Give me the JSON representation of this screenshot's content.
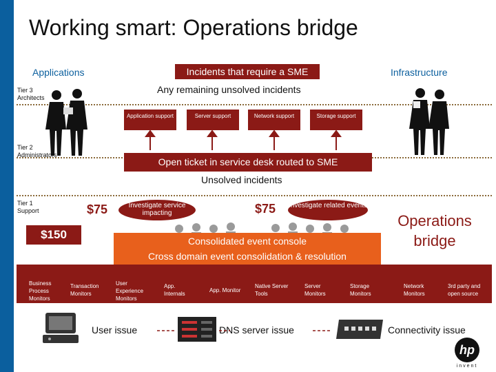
{
  "title": "Working smart: Operations bridge",
  "headers": {
    "applications": "Applications",
    "infrastructure": "Infrastructure",
    "sme": "Incidents that require a SME",
    "remaining": "Any remaining unsolved incidents"
  },
  "tiers": {
    "tier3": "Tier 3 Architects",
    "tier2": "Tier 2 Administrators",
    "tier1": "Tier 1 Support"
  },
  "support": [
    {
      "label": "Application support"
    },
    {
      "label": "Server support"
    },
    {
      "label": "Network support"
    },
    {
      "label": "Storage support"
    }
  ],
  "open_ticket": "Open ticket in service desk routed to SME",
  "unsolved": "Unsolved incidents",
  "prices": {
    "p75a": "$75",
    "p150": "$150",
    "p75b": "$75"
  },
  "ovals": {
    "investigate_impacting": "Investigate service impacting",
    "investigate_related": "Investigate related events"
  },
  "console": {
    "line1": "Consolidated event console",
    "line2": "Cross domain event consolidation & resolution"
  },
  "ops_bridge": "Operations bridge",
  "monitors": [
    "Business Process Monitors",
    "Transaction Monitors",
    "User Experience Monitors",
    "App. Internals",
    "App. Monitor",
    "Native Server Tools",
    "Server Monitors",
    "Storage Monitors",
    "Network Monitors",
    "3rd party and open source"
  ],
  "issues": {
    "user": "User issue",
    "dns": "DNS server issue",
    "connectivity": "Connectivity issue"
  },
  "logo": {
    "text": "hp",
    "sub": "invent"
  },
  "colors": {
    "accent": "#0b5f9e",
    "dark_red": "#8b1a16",
    "orange": "#e8601c"
  }
}
